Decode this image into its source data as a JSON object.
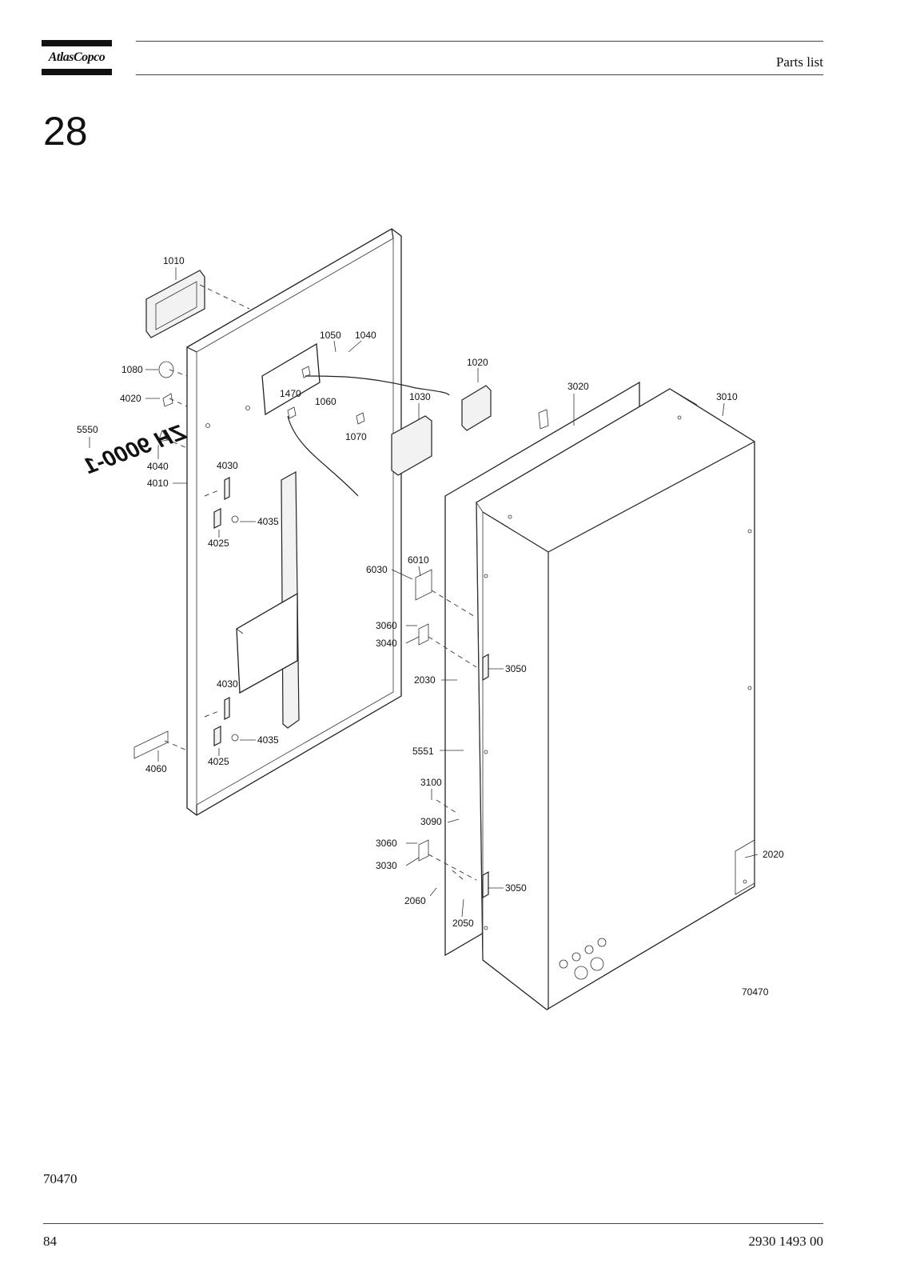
{
  "header": {
    "brand": "AtlasCopco",
    "title": "Parts list"
  },
  "section_number": "28",
  "decal_text": "ZH 9000-1",
  "callouts": [
    "1010",
    "1020",
    "1030",
    "1040",
    "1050",
    "1060",
    "1070",
    "1080",
    "1470",
    "2020",
    "2030",
    "2050",
    "2060",
    "3010",
    "3020",
    "3030",
    "3040",
    "3050",
    "3050",
    "3060",
    "3060",
    "3090",
    "3100",
    "4010",
    "4020",
    "4025",
    "4025",
    "4030",
    "4030",
    "4035",
    "4035",
    "4040",
    "4060",
    "5550",
    "5551",
    "6010",
    "6030"
  ],
  "drawing_number": "70470",
  "footer": {
    "figure_ref": "70470",
    "page_number": "84",
    "doc_number": "2930 1493 00"
  }
}
